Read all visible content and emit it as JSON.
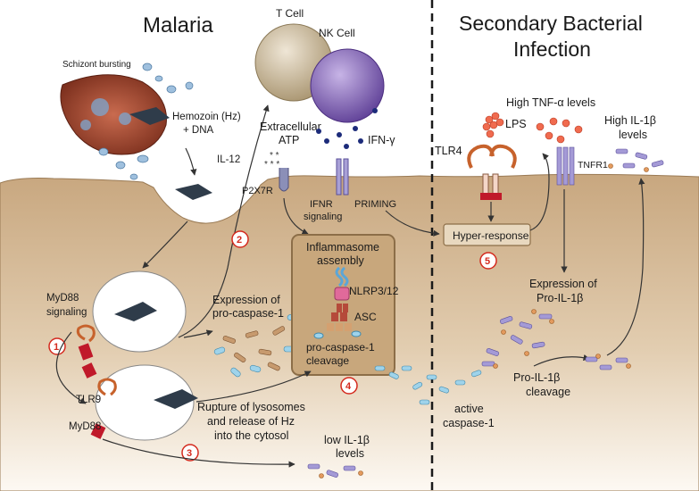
{
  "sections": {
    "malaria_title": "Malaria",
    "secondary_title_line1": "Secondary Bacterial",
    "secondary_title_line2": "Infection"
  },
  "cells": {
    "t_cell": "T Cell",
    "nk_cell": "NK Cell"
  },
  "labels": {
    "schizont": "Schizont bursting",
    "hemozoin_l1": "Hemozoin (Hz)",
    "hemozoin_l2": "+ DNA",
    "il12": "IL-12",
    "extracellular": "Extracellular",
    "atp": "ATP",
    "ifn_gamma": "IFN-γ",
    "p2x7r": "P2X7R",
    "ifnr_l1": "IFNR",
    "ifnr_l2": "signaling",
    "priming": "PRIMING",
    "lps": "LPS",
    "tlr4": "TLR4",
    "high_tnf": "High TNF-α levels",
    "tnfr1": "TNFR1",
    "high_il1b_l1": "High IL-1β",
    "high_il1b_l2": "levels",
    "hyper_response": "Hyper-response",
    "myd88_signaling_l1": "MyD88",
    "myd88_signaling_l2": "signaling",
    "expr_procasp_l1": "Expression of",
    "expr_procasp_l2": "pro-caspase-1",
    "inflammasome_l1": "Inflammasome",
    "inflammasome_l2": "assembly",
    "nlrp": "NLRP3/12",
    "asc": "ASC",
    "procasp_cleave_l1": "pro-caspase-1",
    "procasp_cleave_l2": "cleavage",
    "tlr9": "TLR9",
    "myd88": "MyD88",
    "rupture_l1": "Rupture of lysosomes",
    "rupture_l2": "and release of Hz",
    "rupture_l3": "into the cytosol",
    "low_il1b_l1": "low IL-1β",
    "low_il1b_l2": "levels",
    "expr_proil1b_l1": "Expression of",
    "expr_proil1b_l2": "Pro-IL-1β",
    "proil1b_cleave_l1": "Pro-IL-1β",
    "proil1b_cleave_l2": "cleavage",
    "active_casp_l1": "active",
    "active_casp_l2": "caspase-1"
  },
  "steps": [
    "1",
    "2",
    "3",
    "4",
    "5"
  ],
  "colors": {
    "cytoplasm_top": "#cfb28c",
    "cytoplasm_bottom": "#fbf6ef",
    "inflammasome_box": "#c9a97c",
    "step_red": "#d42a1e",
    "tcell": "#cbb99a",
    "nkcell": "#8a6fb8"
  }
}
